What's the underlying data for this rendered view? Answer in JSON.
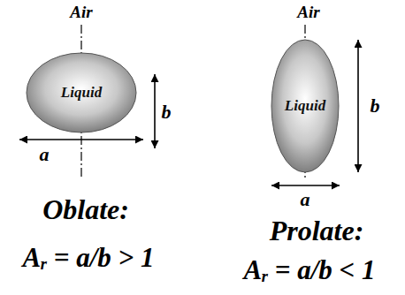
{
  "diagram": {
    "nodes": [
      {
        "text": [
          "Liquid"
        ]
      },
      {
        "text": [
          "Liquid"
        ]
      }
    ],
    "labels": [
      "Air",
      "a",
      "b",
      "Oblate:",
      "Aᵣ = a/b > 1",
      "Air",
      "a",
      "b",
      "Prolate:",
      "Aᵣ = a/b < 1"
    ]
  }
}
